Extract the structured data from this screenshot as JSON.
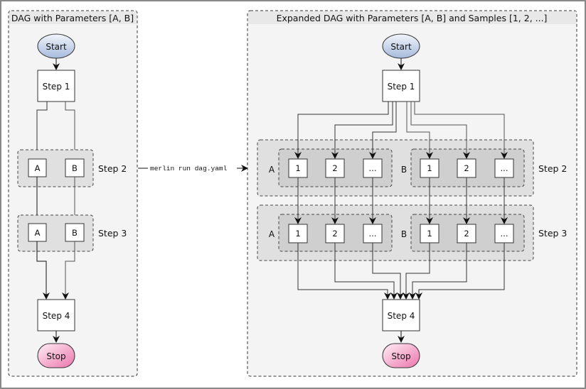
{
  "left_panel": {
    "title": "DAG with Parameters [A, B]",
    "start_label": "Start",
    "step1_label": "Step 1",
    "step2_label": "Step 2",
    "step3_label": "Step 3",
    "step4_label": "Step 4",
    "stop_label": "Stop",
    "param_a": "A",
    "param_b": "B"
  },
  "arrow_command": "merlin run dag.yaml",
  "right_panel": {
    "title": "Expanded DAG with Parameters [A, B] and Samples [1, 2, ...]",
    "start_label": "Start",
    "step1_label": "Step 1",
    "step2_label": "Step 2",
    "step3_label": "Step 3",
    "step4_label": "Step 4",
    "stop_label": "Stop",
    "param_a": "A",
    "param_b": "B",
    "samples": [
      "1",
      "2",
      "..."
    ]
  },
  "colors": {
    "panel_bg": "#f4f4f4",
    "title_bar_bg": "#e8e8e8",
    "group_outer_bg": "#e0e0e0",
    "group_inner_bg": "#cfcfcf",
    "start_fill_top": "#eef2fa",
    "start_fill_bottom": "#a9bedf",
    "stop_fill_light": "#fde4ef",
    "stop_fill_dark": "#ee7fb2"
  }
}
